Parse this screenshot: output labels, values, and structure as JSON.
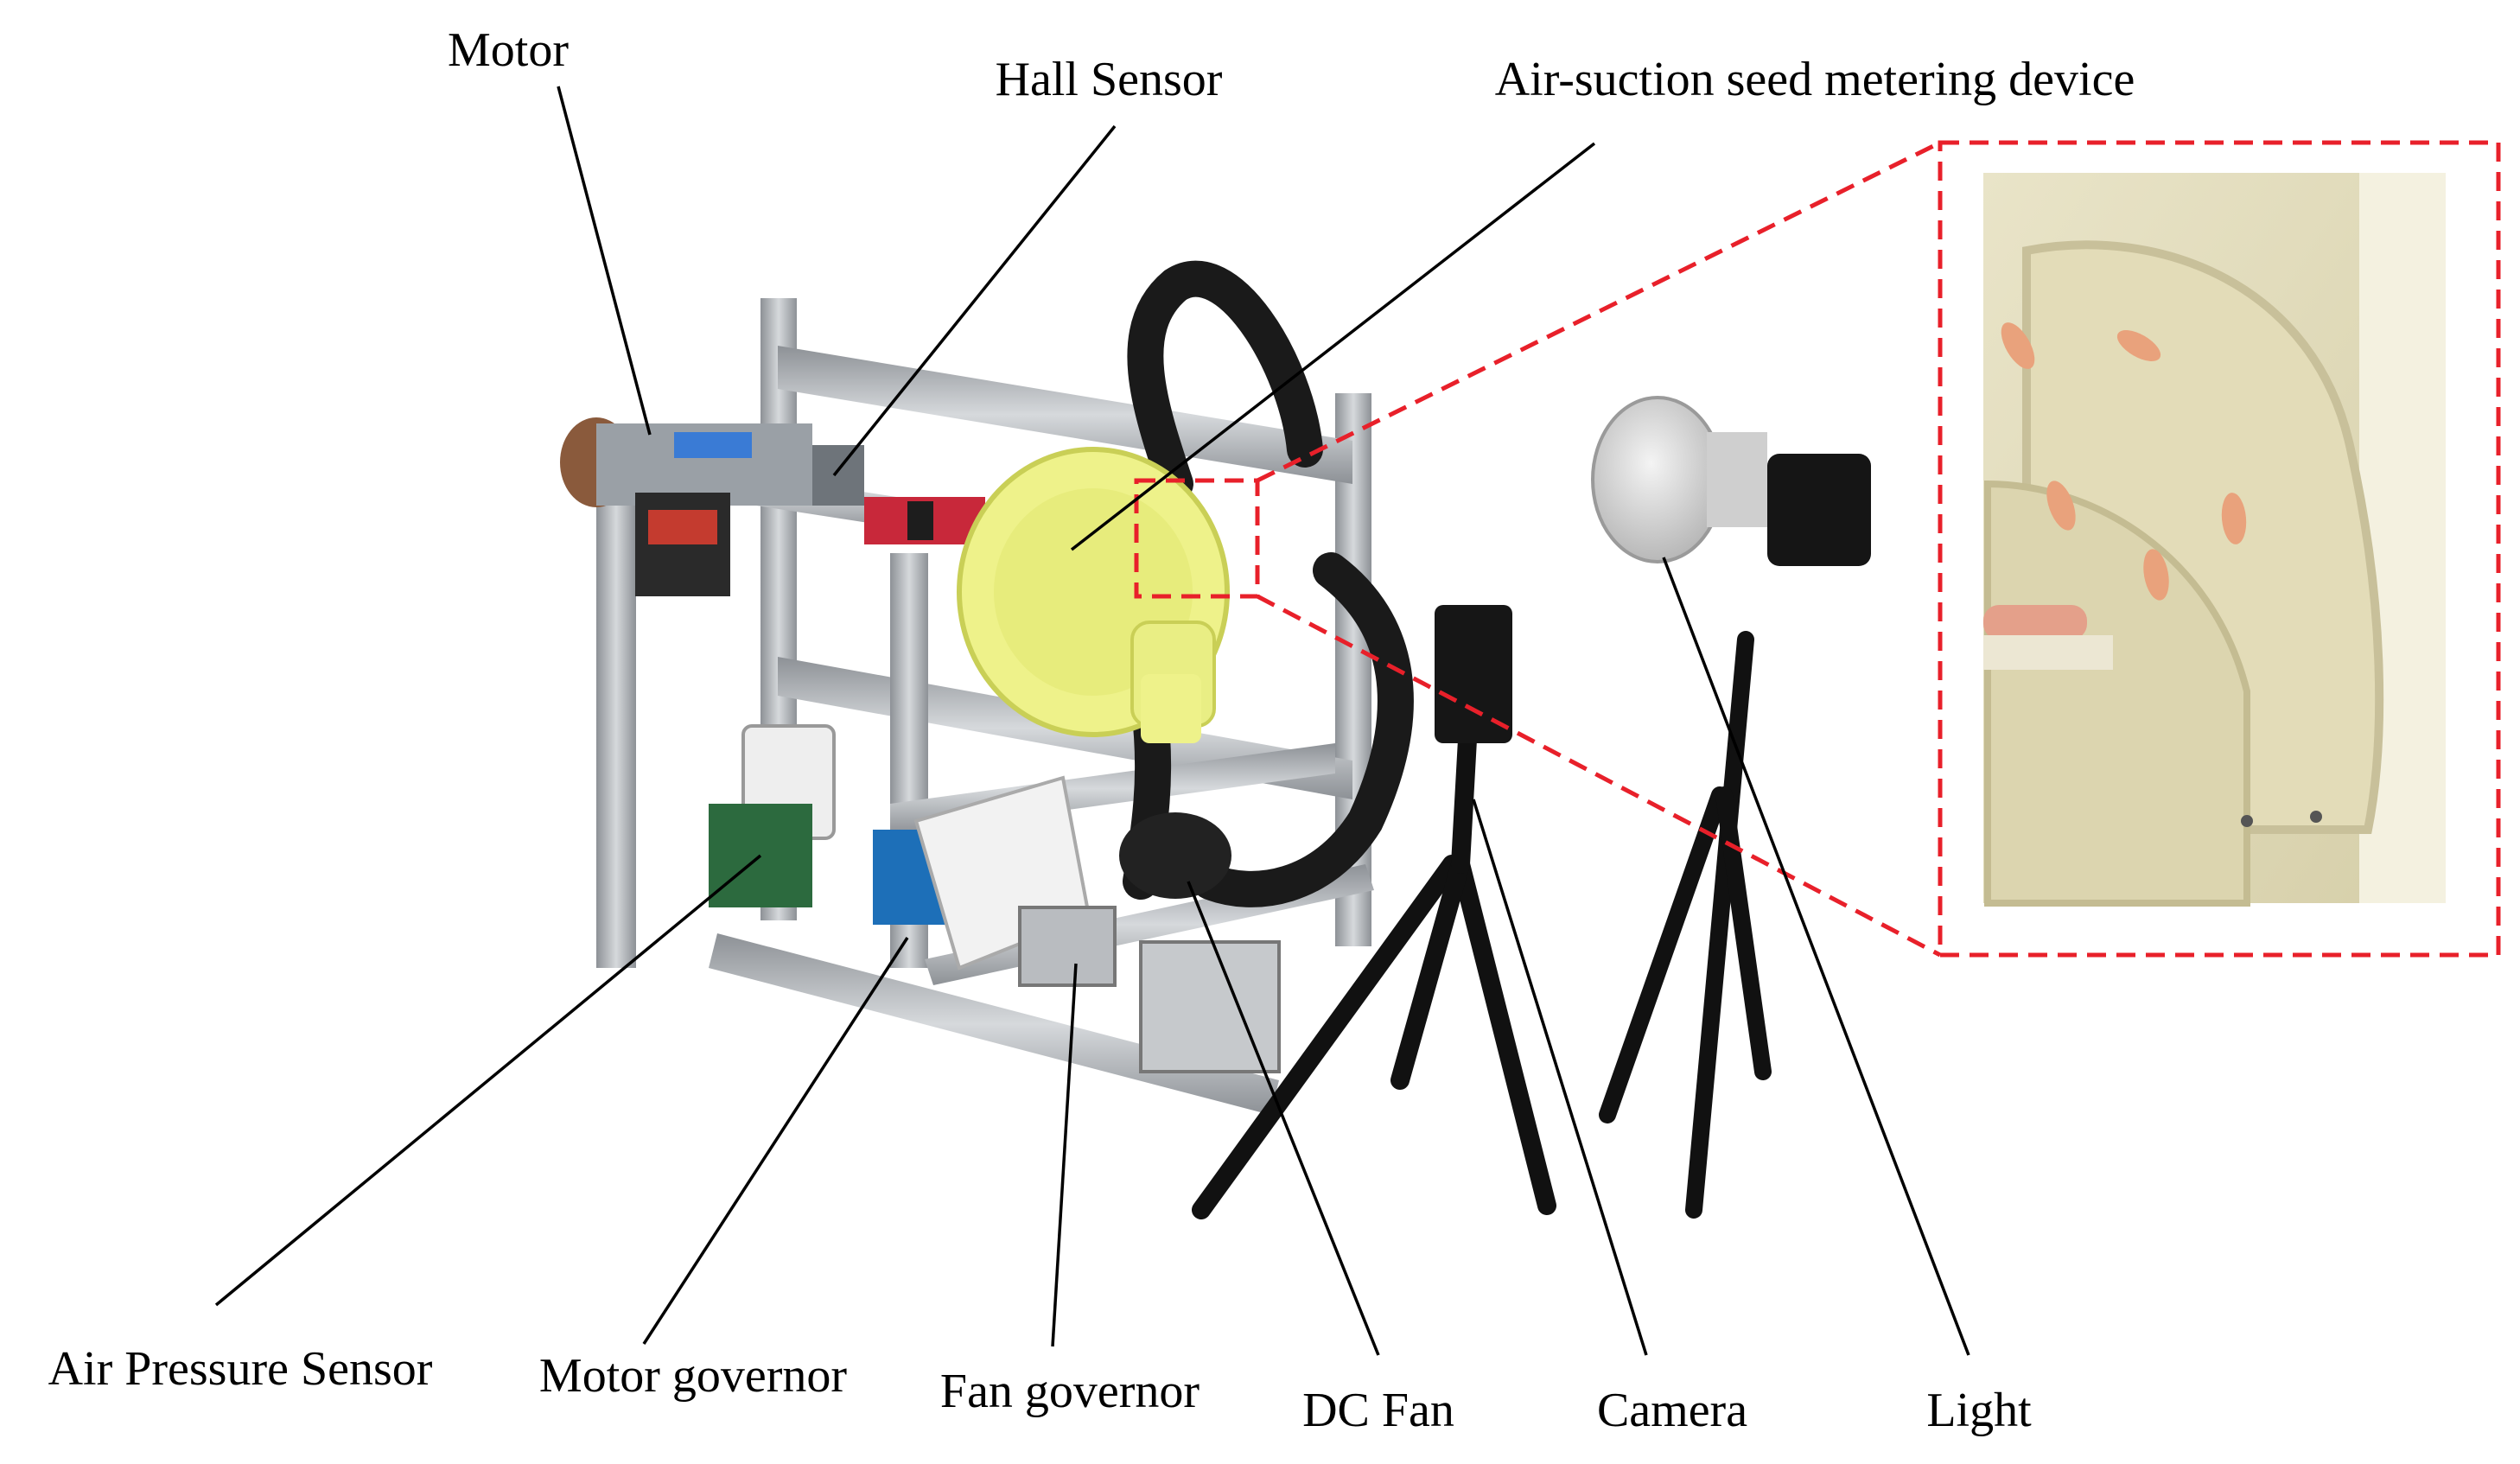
{
  "labels": {
    "motor": "Motor",
    "hall_sensor": "Hall Sensor",
    "seed_metering": "Air-suction seed metering device",
    "air_pressure_sensor": "Air Pressure Sensor",
    "motor_governor": "Motor governor",
    "fan_governor": "Fan governor",
    "dc_fan": "DC Fan",
    "camera": "Camera",
    "light": "Light"
  },
  "colors": {
    "callout_box": "#e8202a",
    "frame": "#b9bcc0",
    "seed_device": "#eef28a",
    "hose": "#1a1a1a",
    "seed": "#e9a27c"
  }
}
